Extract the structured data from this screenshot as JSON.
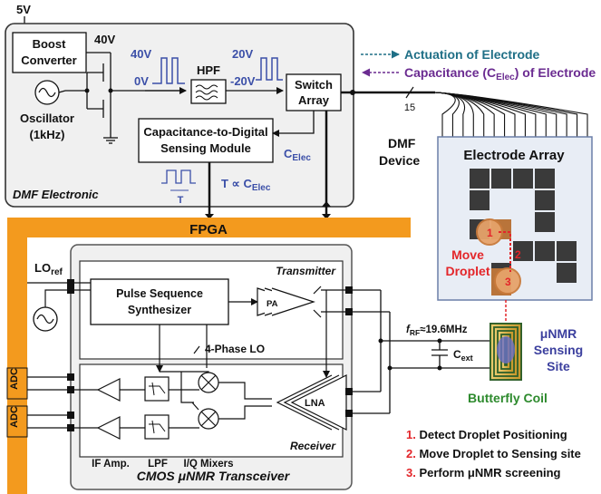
{
  "supply": "5V",
  "boost": {
    "line1": "Boost",
    "line2": "Converter",
    "out": "40V"
  },
  "oscillator": {
    "line1": "Oscillator",
    "line2": "(1kHz)"
  },
  "signals": {
    "v40": "40V",
    "v0": "0V",
    "v20": "20V",
    "vm20": "-20V"
  },
  "hpf": "HPF",
  "switch_array": {
    "line1": "Switch",
    "line2": "Array"
  },
  "cdc": {
    "line1": "Capacitance-to-Digital",
    "line2": "Sensing Module"
  },
  "celec": {
    "main": "C",
    "sub": "Elec"
  },
  "t_prop": {
    "text": "T ∝ C",
    "sub": "Elec"
  },
  "dmf_electronic": "DMF Electronic",
  "bus_count": "15",
  "legend": {
    "actuation": "Actuation of Electrode",
    "capacitance_prefix": "Capacitance (C",
    "capacitance_sub": "Elec",
    "capacitance_suffix": ") of Electrode",
    "actuation_color": "#1f6f86",
    "capacitance_color": "#6b2c91"
  },
  "dmf_device": {
    "line1": "DMF",
    "line2": "Device"
  },
  "electrode_array": "Electrode Array",
  "move_droplet": {
    "line1": "Move",
    "line2": "Droplet",
    "color": "#e3262a"
  },
  "steps_markers": [
    "1",
    "2",
    "3"
  ],
  "fpga": "FPGA",
  "fpga_color": "#f39a1e",
  "lo_ref": {
    "main": "LO",
    "sub": "ref"
  },
  "transmitter": "Transmitter",
  "pulse_seq": {
    "line1": "Pulse Sequence",
    "line2": "Synthesizer"
  },
  "pa": "PA",
  "four_phase": "4-Phase LO",
  "receiver": "Receiver",
  "lna": "LNA",
  "adc": [
    "ADC",
    "ADC"
  ],
  "labels": {
    "if_amp": "IF Amp.",
    "lpf": "LPF",
    "iq": "I/Q Mixers"
  },
  "cmos_title": "CMOS μNMR Transceiver",
  "frf": {
    "f": "f",
    "sub": "RF",
    "rest": "≈19.6MHz"
  },
  "cext": {
    "main": "C",
    "sub": "ext"
  },
  "nmr_site": {
    "line1": "μNMR",
    "line2": "Sensing",
    "line3": "Site",
    "color": "#3b3f9e"
  },
  "butterfly": {
    "text": "Butterfly Coil",
    "color": "#2d8a2d"
  },
  "steps": [
    {
      "num": "1.",
      "text": " Detect Droplet Positioning"
    },
    {
      "num": "2.",
      "text": " Move Droplet to Sensing site"
    },
    {
      "num": "3.",
      "text": " Perform μNMR screening"
    }
  ],
  "step_num_color": "#e3262a"
}
